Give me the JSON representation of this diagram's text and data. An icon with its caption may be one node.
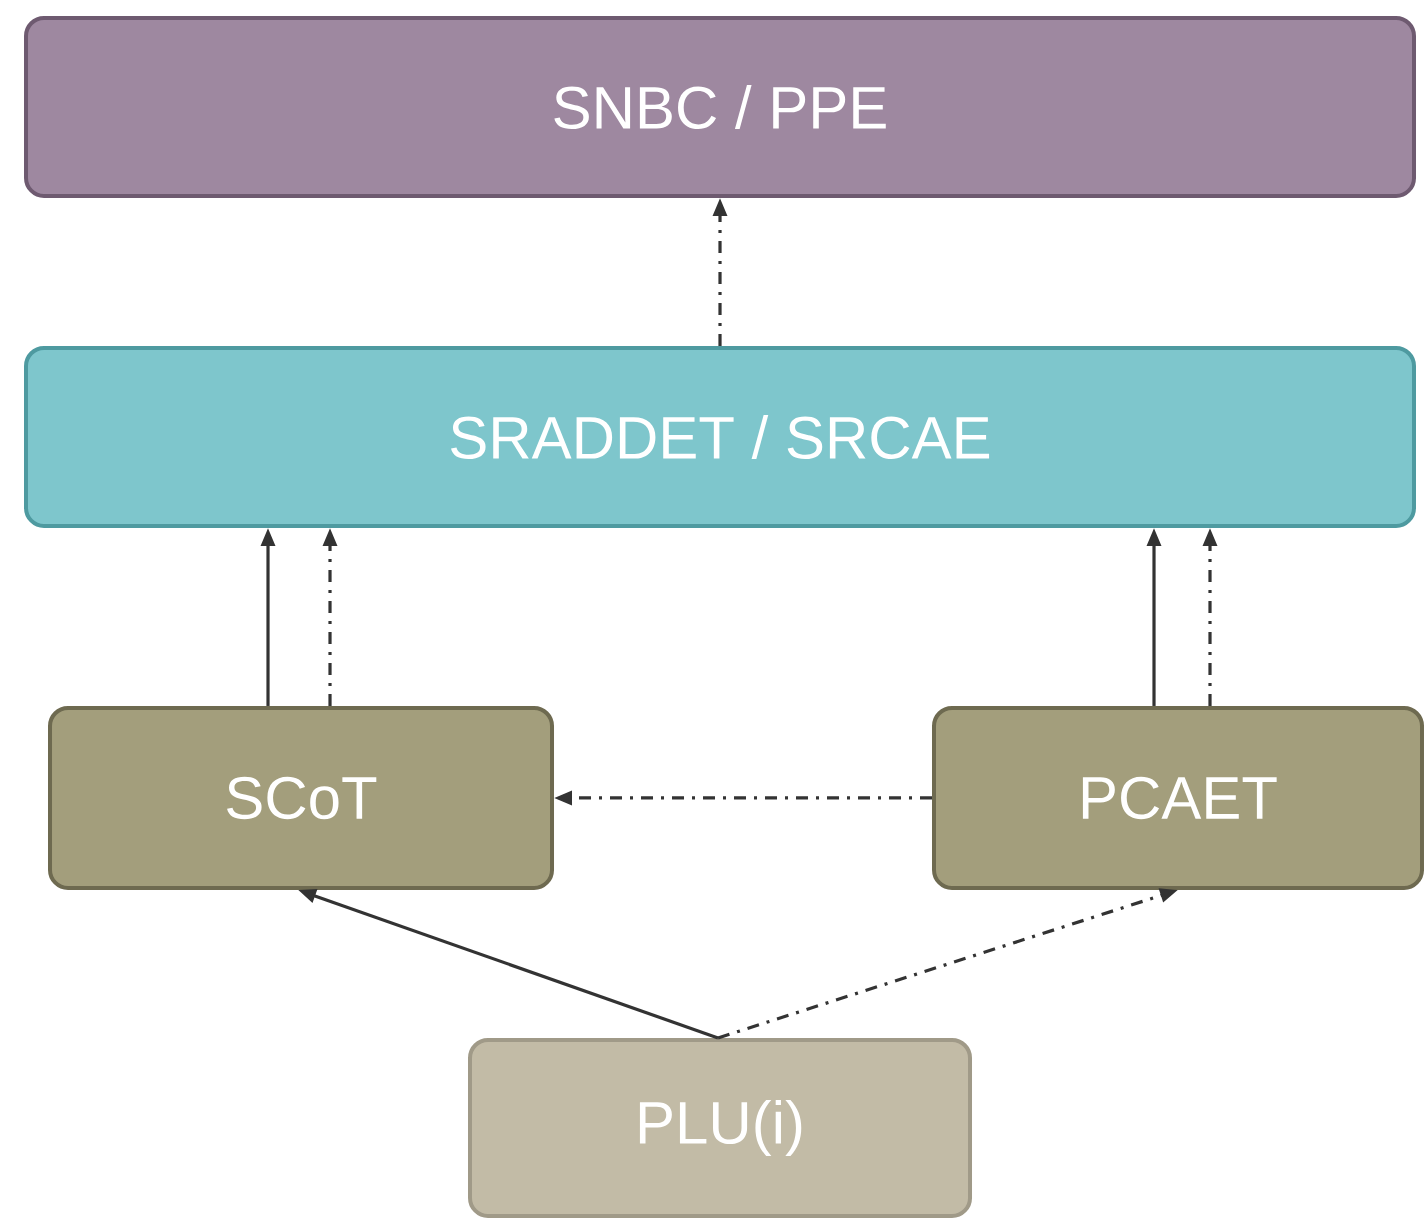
{
  "diagram": {
    "nodes": [
      {
        "text": [
          "SNBC / PPE"
        ]
      },
      {
        "text": [
          "SRADDET / SRCAE"
        ]
      },
      {
        "text": [
          "SCoT"
        ]
      },
      {
        "text": [
          "PCAET"
        ]
      },
      {
        "text": [
          "PLU(i)"
        ]
      }
    ],
    "edges": [
      {
        "from": 1,
        "to": 0,
        "arrow": "to",
        "style": "dashed"
      },
      {
        "from": 2,
        "to": 1,
        "arrow": "to"
      },
      {
        "from": 2,
        "to": 1,
        "arrow": "to",
        "style": "dashed"
      },
      {
        "from": 3,
        "to": 1,
        "arrow": "to"
      },
      {
        "from": 3,
        "to": 1,
        "arrow": "to",
        "style": "dashed"
      },
      {
        "from": 3,
        "to": 2,
        "arrow": "to",
        "style": "dashed"
      },
      {
        "from": 4,
        "to": 2,
        "arrow": "to"
      },
      {
        "from": 4,
        "to": 3,
        "arrow": "to",
        "style": "dashed"
      }
    ]
  }
}
